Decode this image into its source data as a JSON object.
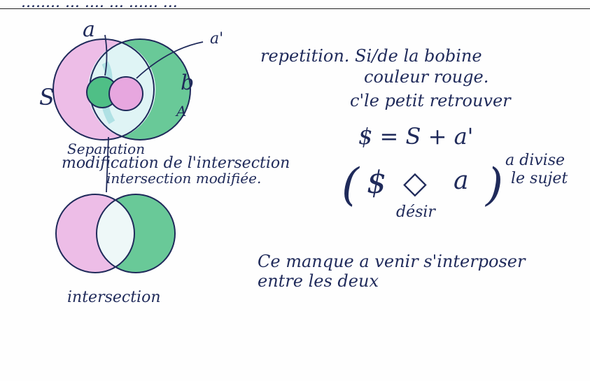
{
  "colors": {
    "ink": "#1f2a5a",
    "pink": "#e7a7df",
    "green": "#4fbf86",
    "teal": "#8fd3d8",
    "paper": "#fefefe"
  },
  "top_scrawl": "........ ... .... ... ...... ...",
  "venn_top": {
    "label_a": "a",
    "label_a_prime": "a'",
    "label_b": "b",
    "label_s": "S",
    "label_A": "A"
  },
  "notes_right": {
    "line1": "repetition. Si/de la bobine",
    "line2": "couleur rouge.",
    "line3": "c'le petit retrouver",
    "formula": "$ = S + a'",
    "matheme_open": "(",
    "matheme_s": "$",
    "matheme_poincon": "◇",
    "matheme_a": "a",
    "matheme_close": ")",
    "desir": "désir",
    "divise_1": "a divise",
    "divise_2": "le sujet"
  },
  "caption_top": {
    "line1": "Separation",
    "line2": "modification de l'intersection",
    "line3": "intersection modifiée."
  },
  "caption_bottom": "intersection",
  "note_bottom": {
    "line1": "Ce manque a venir s'interposer",
    "line2": "entre les deux"
  }
}
